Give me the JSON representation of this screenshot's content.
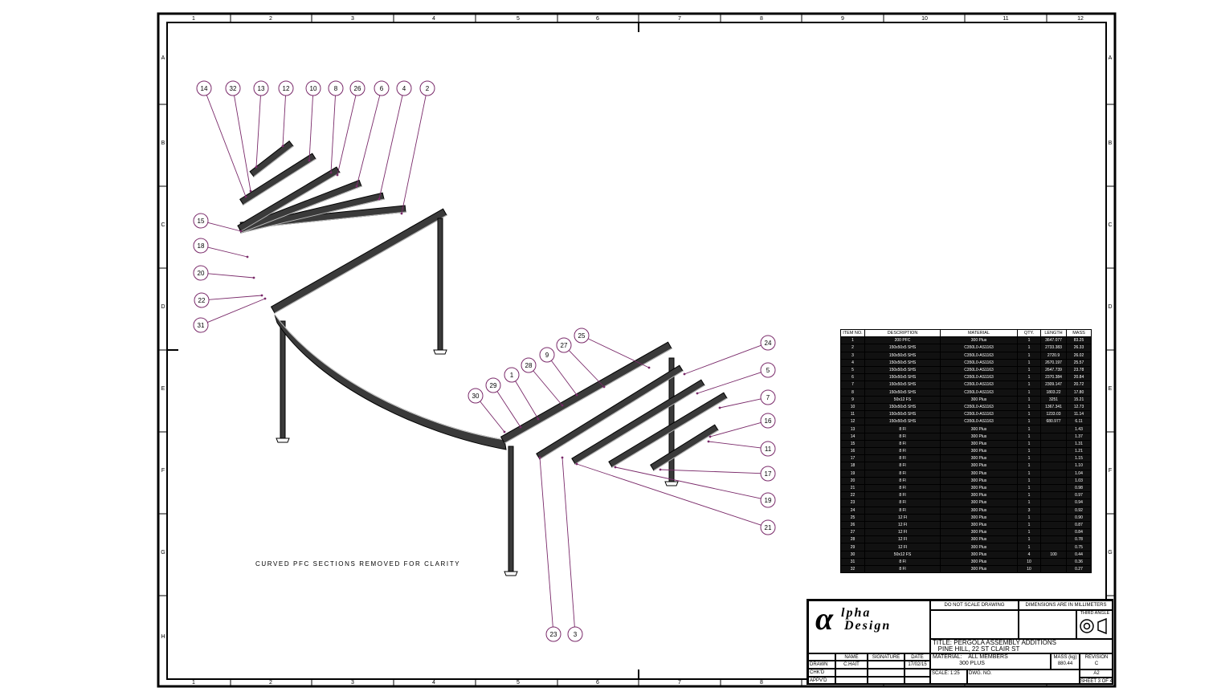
{
  "drawing": {
    "note": "CURVED PFC SECTIONS REMOVED FOR CLARITY",
    "zone_cols": [
      "1",
      "2",
      "3",
      "4",
      "5",
      "6",
      "7",
      "8",
      "9",
      "10",
      "11",
      "12"
    ],
    "zone_rows": [
      "A",
      "B",
      "C",
      "D",
      "E",
      "F",
      "G",
      "H"
    ],
    "balloons": [
      "14",
      "32",
      "13",
      "12",
      "10",
      "8",
      "26",
      "6",
      "4",
      "2",
      "15",
      "18",
      "20",
      "22",
      "31",
      "25",
      "27",
      "9",
      "28",
      "1",
      "29",
      "30",
      "24",
      "5",
      "7",
      "16",
      "11",
      "17",
      "19",
      "21",
      "23",
      "3"
    ]
  },
  "bom": {
    "headers": [
      "ITEM NO.",
      "DESCRIPTION",
      "MATERIAL",
      "QTY.",
      "LENGTH",
      "MASS"
    ],
    "rows": [
      [
        "1",
        "200 PFC",
        "300 Plus",
        "1",
        "3647.077",
        "83.25"
      ],
      [
        "2",
        "150x50x5 SHS",
        "C350L0-AS1163",
        "1",
        "2733.383",
        "26.33"
      ],
      [
        "3",
        "150x50x5 SHS",
        "C350L0-AS1163",
        "1",
        "2720.9",
        "26.02"
      ],
      [
        "4",
        "150x50x5 SHS",
        "C350L0-AS1163",
        "1",
        "2670.197",
        "25.57"
      ],
      [
        "5",
        "150x50x5 SHS",
        "C350L0-AS1163",
        "1",
        "2647.739",
        "23.78"
      ],
      [
        "6",
        "150x50x5 SHS",
        "C350L0-AS1163",
        "1",
        "2370.384",
        "20.84"
      ],
      [
        "7",
        "150x50x5 SHS",
        "C350L0-AS1163",
        "1",
        "2309.147",
        "20.72"
      ],
      [
        "8",
        "150x50x5 SHS",
        "C350L0-AS1163",
        "1",
        "1803.22",
        "17.80"
      ],
      [
        "9",
        "50x12 FS",
        "300 Plus",
        "1",
        "3251",
        "15.21"
      ],
      [
        "10",
        "150x50x5 SHS",
        "C350L0-AS1163",
        "1",
        "1367.341",
        "12.73"
      ],
      [
        "11",
        "150x50x5 SHS",
        "C350L0-AS1163",
        "1",
        "1233.03",
        "11.14"
      ],
      [
        "12",
        "150x50x5 SHS",
        "C350L0-AS1163",
        "1",
        "680.977",
        "6.11"
      ],
      [
        "13",
        "8 Fl",
        "300 Plus",
        "1",
        "",
        "1.43"
      ],
      [
        "14",
        "8 Fl",
        "300 Plus",
        "1",
        "",
        "1.37"
      ],
      [
        "15",
        "8 Fl",
        "300 Plus",
        "1",
        "",
        "1.31"
      ],
      [
        "16",
        "8 Fl",
        "300 Plus",
        "1",
        "",
        "1.21"
      ],
      [
        "17",
        "8 Fl",
        "300 Plus",
        "1",
        "",
        "1.15"
      ],
      [
        "18",
        "8 Fl",
        "300 Plus",
        "1",
        "",
        "1.10"
      ],
      [
        "19",
        "8 Fl",
        "300 Plus",
        "1",
        "",
        "1.04"
      ],
      [
        "20",
        "8 Fl",
        "300 Plus",
        "1",
        "",
        "1.03"
      ],
      [
        "21",
        "8 Fl",
        "300 Plus",
        "1",
        "",
        "0.98"
      ],
      [
        "22",
        "8 Fl",
        "300 Plus",
        "1",
        "",
        "0.97"
      ],
      [
        "23",
        "8 Fl",
        "300 Plus",
        "1",
        "",
        "0.94"
      ],
      [
        "24",
        "8 Fl",
        "300 Plus",
        "3",
        "",
        "0.92"
      ],
      [
        "25",
        "12 Fl",
        "300 Plus",
        "1",
        "",
        "0.90"
      ],
      [
        "26",
        "12 Fl",
        "300 Plus",
        "1",
        "",
        "0.87"
      ],
      [
        "27",
        "12 Fl",
        "300 Plus",
        "1",
        "",
        "0.84"
      ],
      [
        "28",
        "12 Fl",
        "300 Plus",
        "1",
        "",
        "0.78"
      ],
      [
        "29",
        "12 Fl",
        "300 Plus",
        "1",
        "",
        "0.75"
      ],
      [
        "30",
        "50x12 FS",
        "300 Plus",
        "4",
        "100",
        "0.44"
      ],
      [
        "31",
        "8 Fl",
        "300 Plus",
        "10",
        "",
        "0.36"
      ],
      [
        "32",
        "8 Fl",
        "300 Plus",
        "10",
        "",
        "0.27"
      ]
    ]
  },
  "title_block": {
    "logo_alpha": "α",
    "logo_line1": "lpha",
    "logo_line2": "Design",
    "do_not_scale": "DO NOT SCALE DRAWING",
    "dimensions": "DIMENSIONS ARE IN MILLIMETERS",
    "third_angle": "THIRD ANGLE",
    "title_label": "TITLE:",
    "title_line1": "PERGOLA ASSEMBLY ADDITIONS",
    "title_line2": "PINE HILL, 22 ST CLAIR ST",
    "material_label": "MATERIAL:",
    "material_line1": "ALL MEMBERS",
    "material_line2": "300 PLUS",
    "mass_label": "MASS (kg)",
    "mass_value": "880.44",
    "revision_label": "REVISION",
    "revision_value": "C",
    "name_label": "NAME",
    "signature_label": "SIGNATURE",
    "date_label": "DATE",
    "drawn_label": "DRAWN",
    "drawn_name": "C.HAIT",
    "drawn_date": "17/02/15",
    "chkd_label": "CHK'D",
    "appvd_label": "APPV'D",
    "scale_label": "SCALE: 1:25",
    "dwg_label": "DWG. NO.",
    "size_value": "A2",
    "sheet_value": "SHEET 3 OF 4"
  },
  "colors": {
    "line": "#000000",
    "member": "#3a3a3a",
    "balloon": "#7a2a6a"
  }
}
